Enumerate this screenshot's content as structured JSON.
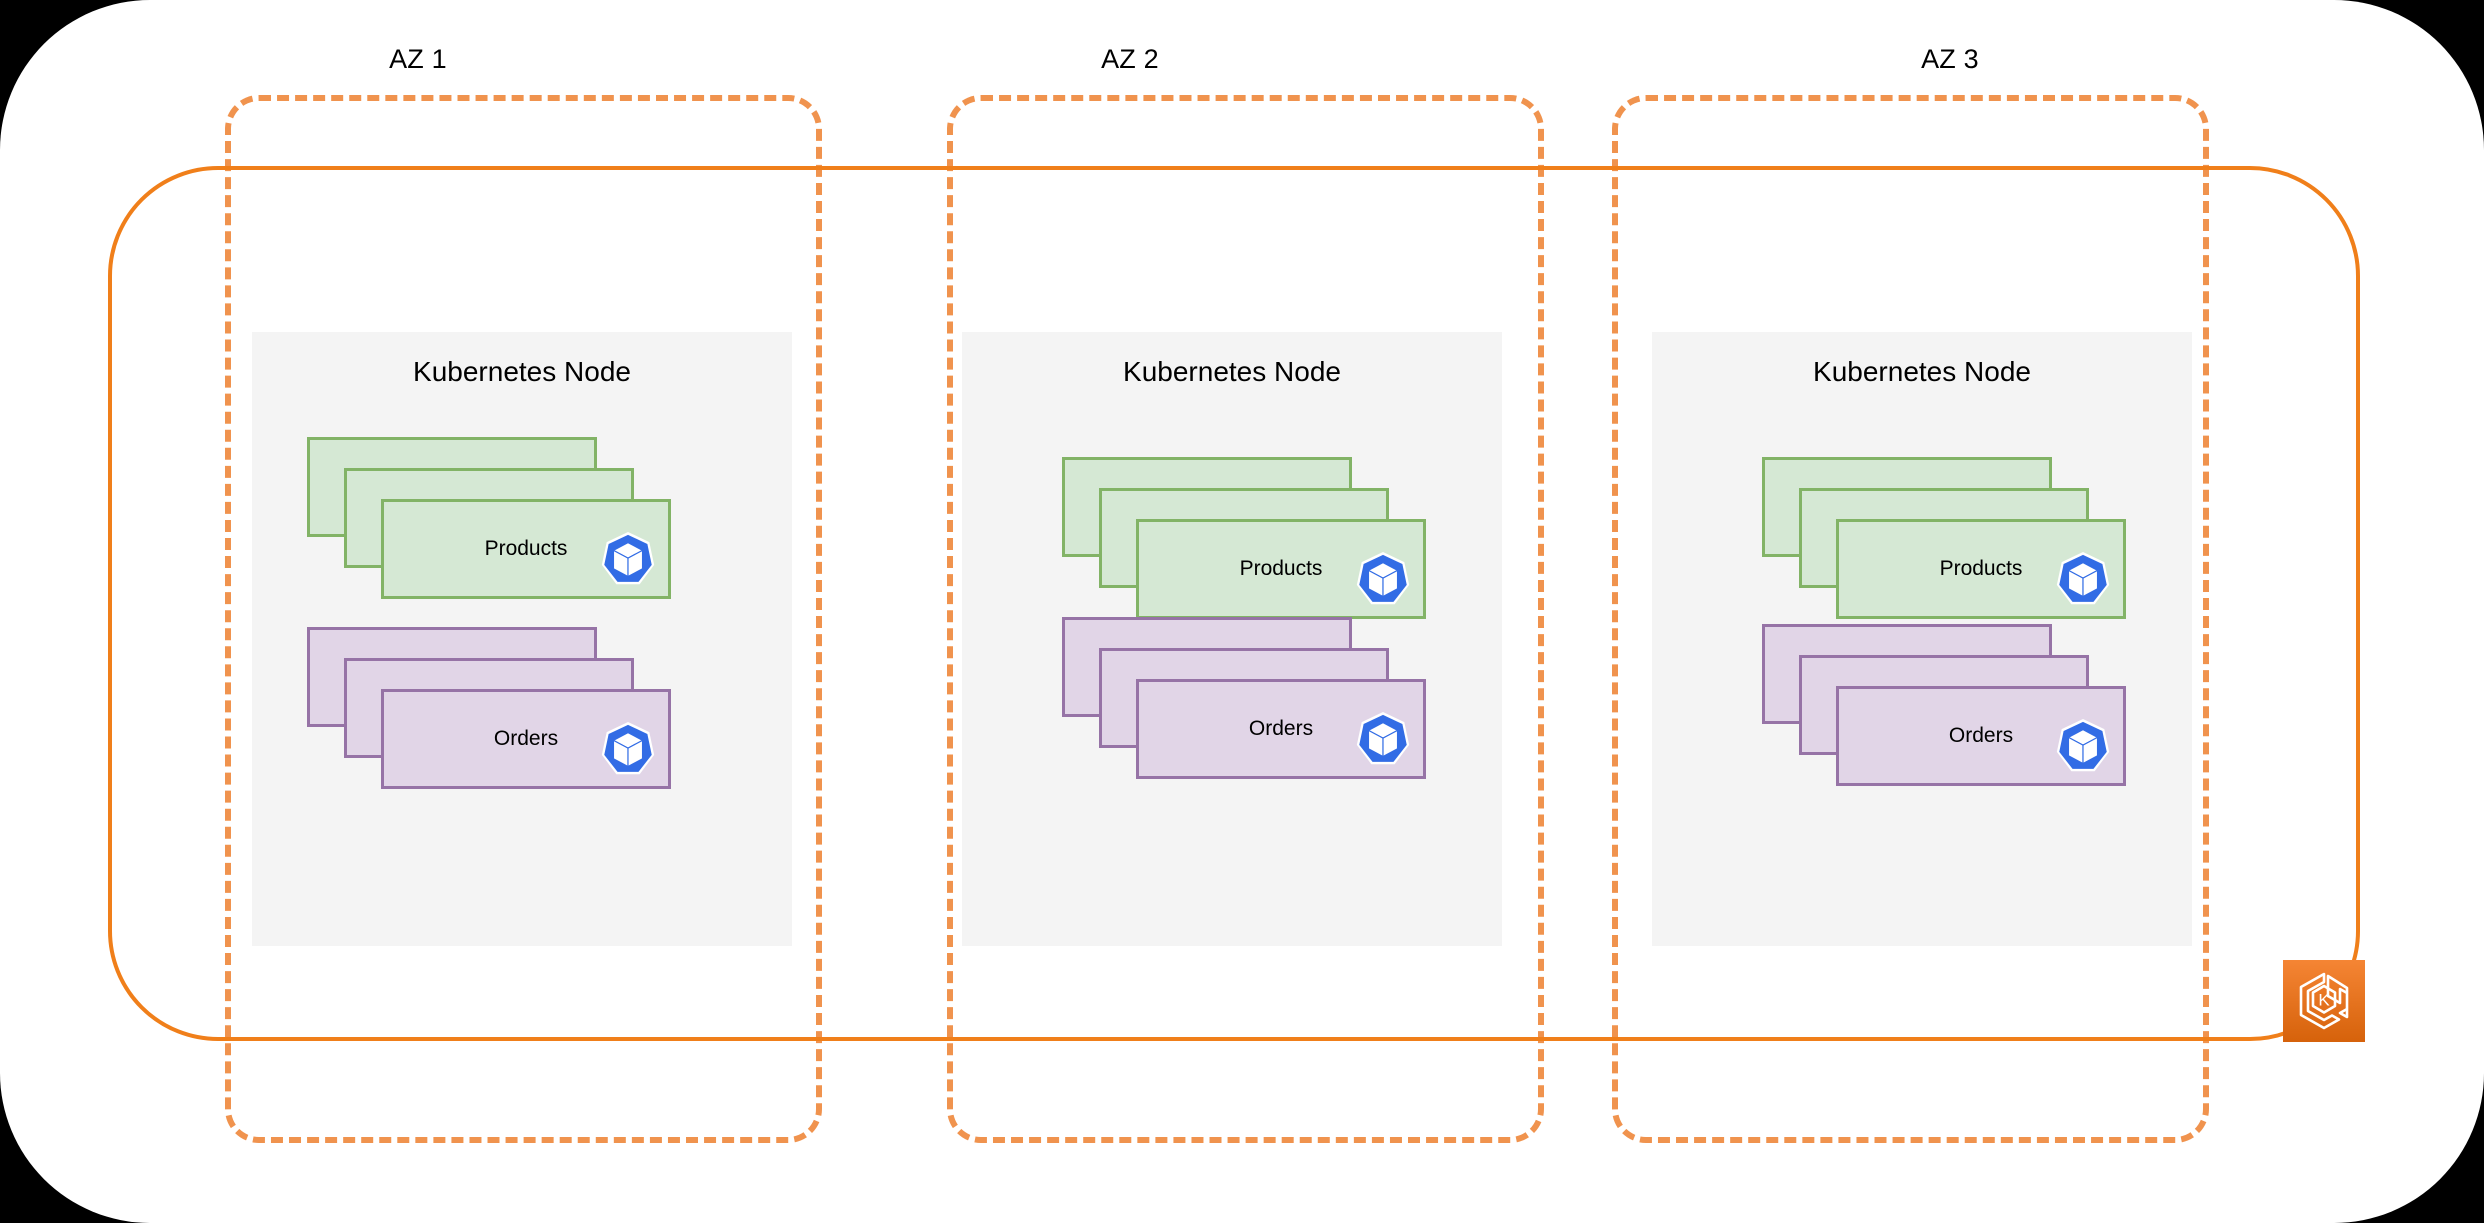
{
  "diagram": {
    "title": "Amazon EKS multi-AZ Kubernetes cluster",
    "colors": {
      "canvas_background": "#ffffff",
      "outer_background": "#000000",
      "cluster_border": "#f07f1a",
      "az_border": "#f0934e",
      "node_panel": "#f4f4f4",
      "pod_green_fill": "#d5e8d4",
      "pod_green_border": "#82b366",
      "pod_purple_fill": "#e1d5e7",
      "pod_purple_border": "#9673a6",
      "k8s_blue": "#326ce5",
      "eks_orange_top": "#f58534",
      "eks_orange_bottom": "#d6620b"
    }
  },
  "cluster": {
    "service_icon_name": "aws-eks-logo",
    "service_icon_letter": "K"
  },
  "zones": [
    {
      "label": "AZ 1",
      "node": {
        "title": "Kubernetes Node",
        "pod_groups": [
          {
            "label": "Products",
            "replicas": 3,
            "color": "green",
            "badge_icon": "kubernetes-pod-icon"
          },
          {
            "label": "Orders",
            "replicas": 3,
            "color": "purple",
            "badge_icon": "kubernetes-pod-icon"
          }
        ]
      }
    },
    {
      "label": "AZ 2",
      "node": {
        "title": "Kubernetes Node",
        "pod_groups": [
          {
            "label": "Products",
            "replicas": 3,
            "color": "green",
            "badge_icon": "kubernetes-pod-icon"
          },
          {
            "label": "Orders",
            "replicas": 3,
            "color": "purple",
            "badge_icon": "kubernetes-pod-icon"
          }
        ]
      }
    },
    {
      "label": "AZ 3",
      "node": {
        "title": "Kubernetes Node",
        "pod_groups": [
          {
            "label": "Products",
            "replicas": 3,
            "color": "green",
            "badge_icon": "kubernetes-pod-icon"
          },
          {
            "label": "Orders",
            "replicas": 3,
            "color": "purple",
            "badge_icon": "kubernetes-pod-icon"
          }
        ]
      }
    }
  ]
}
